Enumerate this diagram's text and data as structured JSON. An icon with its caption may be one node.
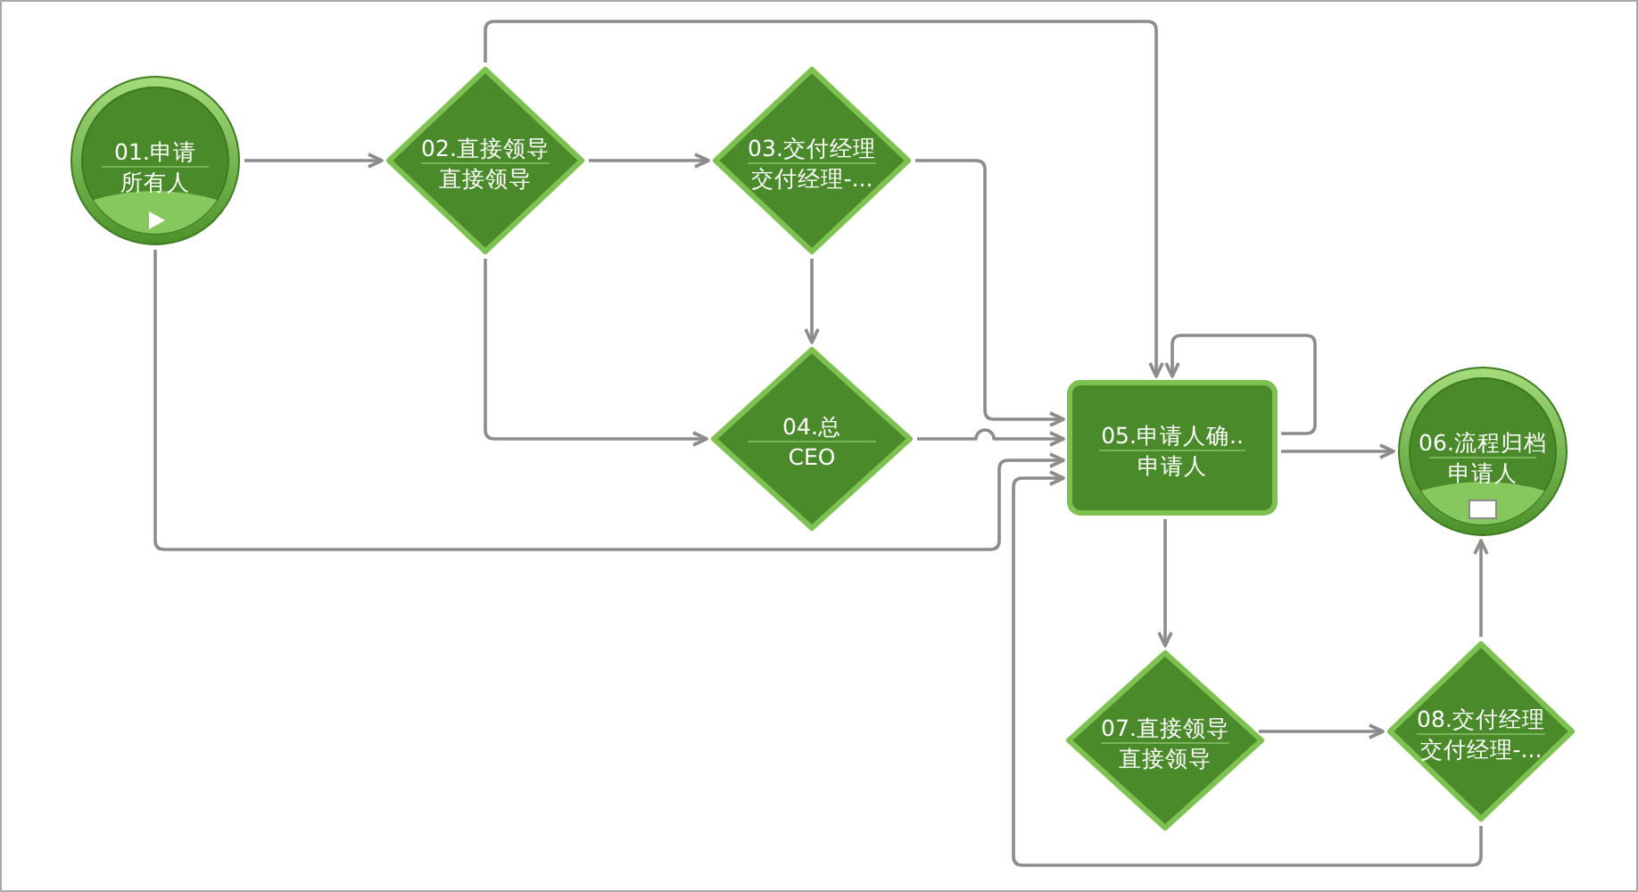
{
  "diagram": {
    "nodes": [
      {
        "text": [
          "01.申请",
          "所有人"
        ]
      },
      {
        "text": [
          "02.直接领导",
          "直接领导"
        ]
      },
      {
        "text": [
          "03.交付经理",
          "交付经理-..."
        ]
      },
      {
        "text": [
          "04.总",
          "CEO"
        ]
      },
      {
        "text": [
          "05.申请人确..",
          "申请人"
        ]
      },
      {
        "text": [
          "06.流程归档",
          "申请人"
        ]
      },
      {
        "text": [
          "07.直接领导",
          "直接领导"
        ]
      },
      {
        "text": [
          "08.交付经理",
          "交付经理-..."
        ]
      }
    ],
    "edges": [
      {
        "from": 0,
        "to": 1,
        "arrow": "to"
      },
      {
        "from": 1,
        "to": 2,
        "arrow": "to"
      },
      {
        "from": 1,
        "to": 4,
        "arrow": "to"
      },
      {
        "from": 2,
        "to": 3,
        "arrow": "to"
      },
      {
        "from": 2,
        "to": 4,
        "arrow": "to"
      },
      {
        "from": 1,
        "to": 3,
        "arrow": "to"
      },
      {
        "from": 0,
        "to": 4,
        "arrow": "to"
      },
      {
        "from": 3,
        "to": 4,
        "arrow": "to"
      },
      {
        "from": 4,
        "to": 4,
        "arrow": "to"
      },
      {
        "from": 4,
        "to": 5,
        "arrow": "to"
      },
      {
        "from": 4,
        "to": 6,
        "arrow": "to"
      },
      {
        "from": 6,
        "to": 7,
        "arrow": "to"
      },
      {
        "from": 7,
        "to": 5,
        "arrow": "to"
      },
      {
        "from": 7,
        "to": 4,
        "arrow": "to"
      }
    ]
  }
}
